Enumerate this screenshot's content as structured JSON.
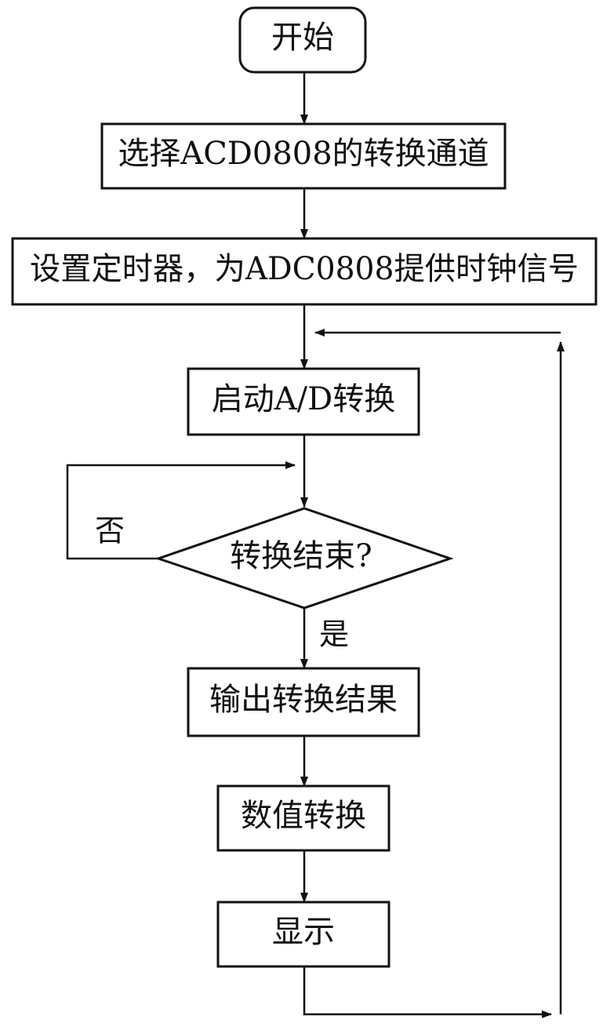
{
  "flowchart": {
    "start": "开始",
    "select_channel": "选择ACD0808的转换通道",
    "set_timer": "设置定时器，为ADC0808提供时钟信号",
    "start_ad": "启动A/D转换",
    "decision": "转换结束?",
    "no_label": "否",
    "yes_label": "是",
    "output_result": "输出转换结果",
    "value_convert": "数值转换",
    "display": "显示"
  },
  "colors": {
    "stroke": "#111111",
    "background": "#ffffff"
  }
}
